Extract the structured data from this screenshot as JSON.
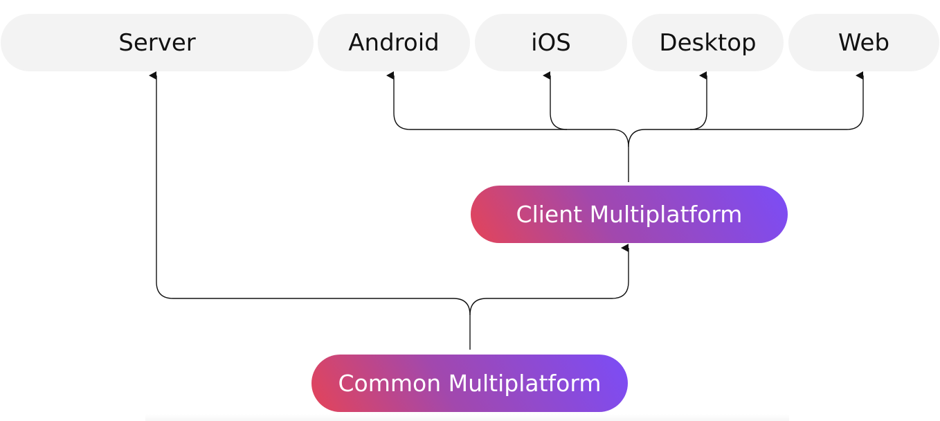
{
  "targets": {
    "server": "Server",
    "android": "Android",
    "ios": "iOS",
    "desktop": "Desktop",
    "web": "Web"
  },
  "modules": {
    "client": "Client Multiplatform",
    "common": "Common Multiplatform"
  },
  "colors": {
    "target_bg": "#f3f3f3",
    "gradient_start": "#e44458",
    "gradient_mid": "#a248ad",
    "gradient_end": "#7b4cf7",
    "line": "#111111"
  }
}
